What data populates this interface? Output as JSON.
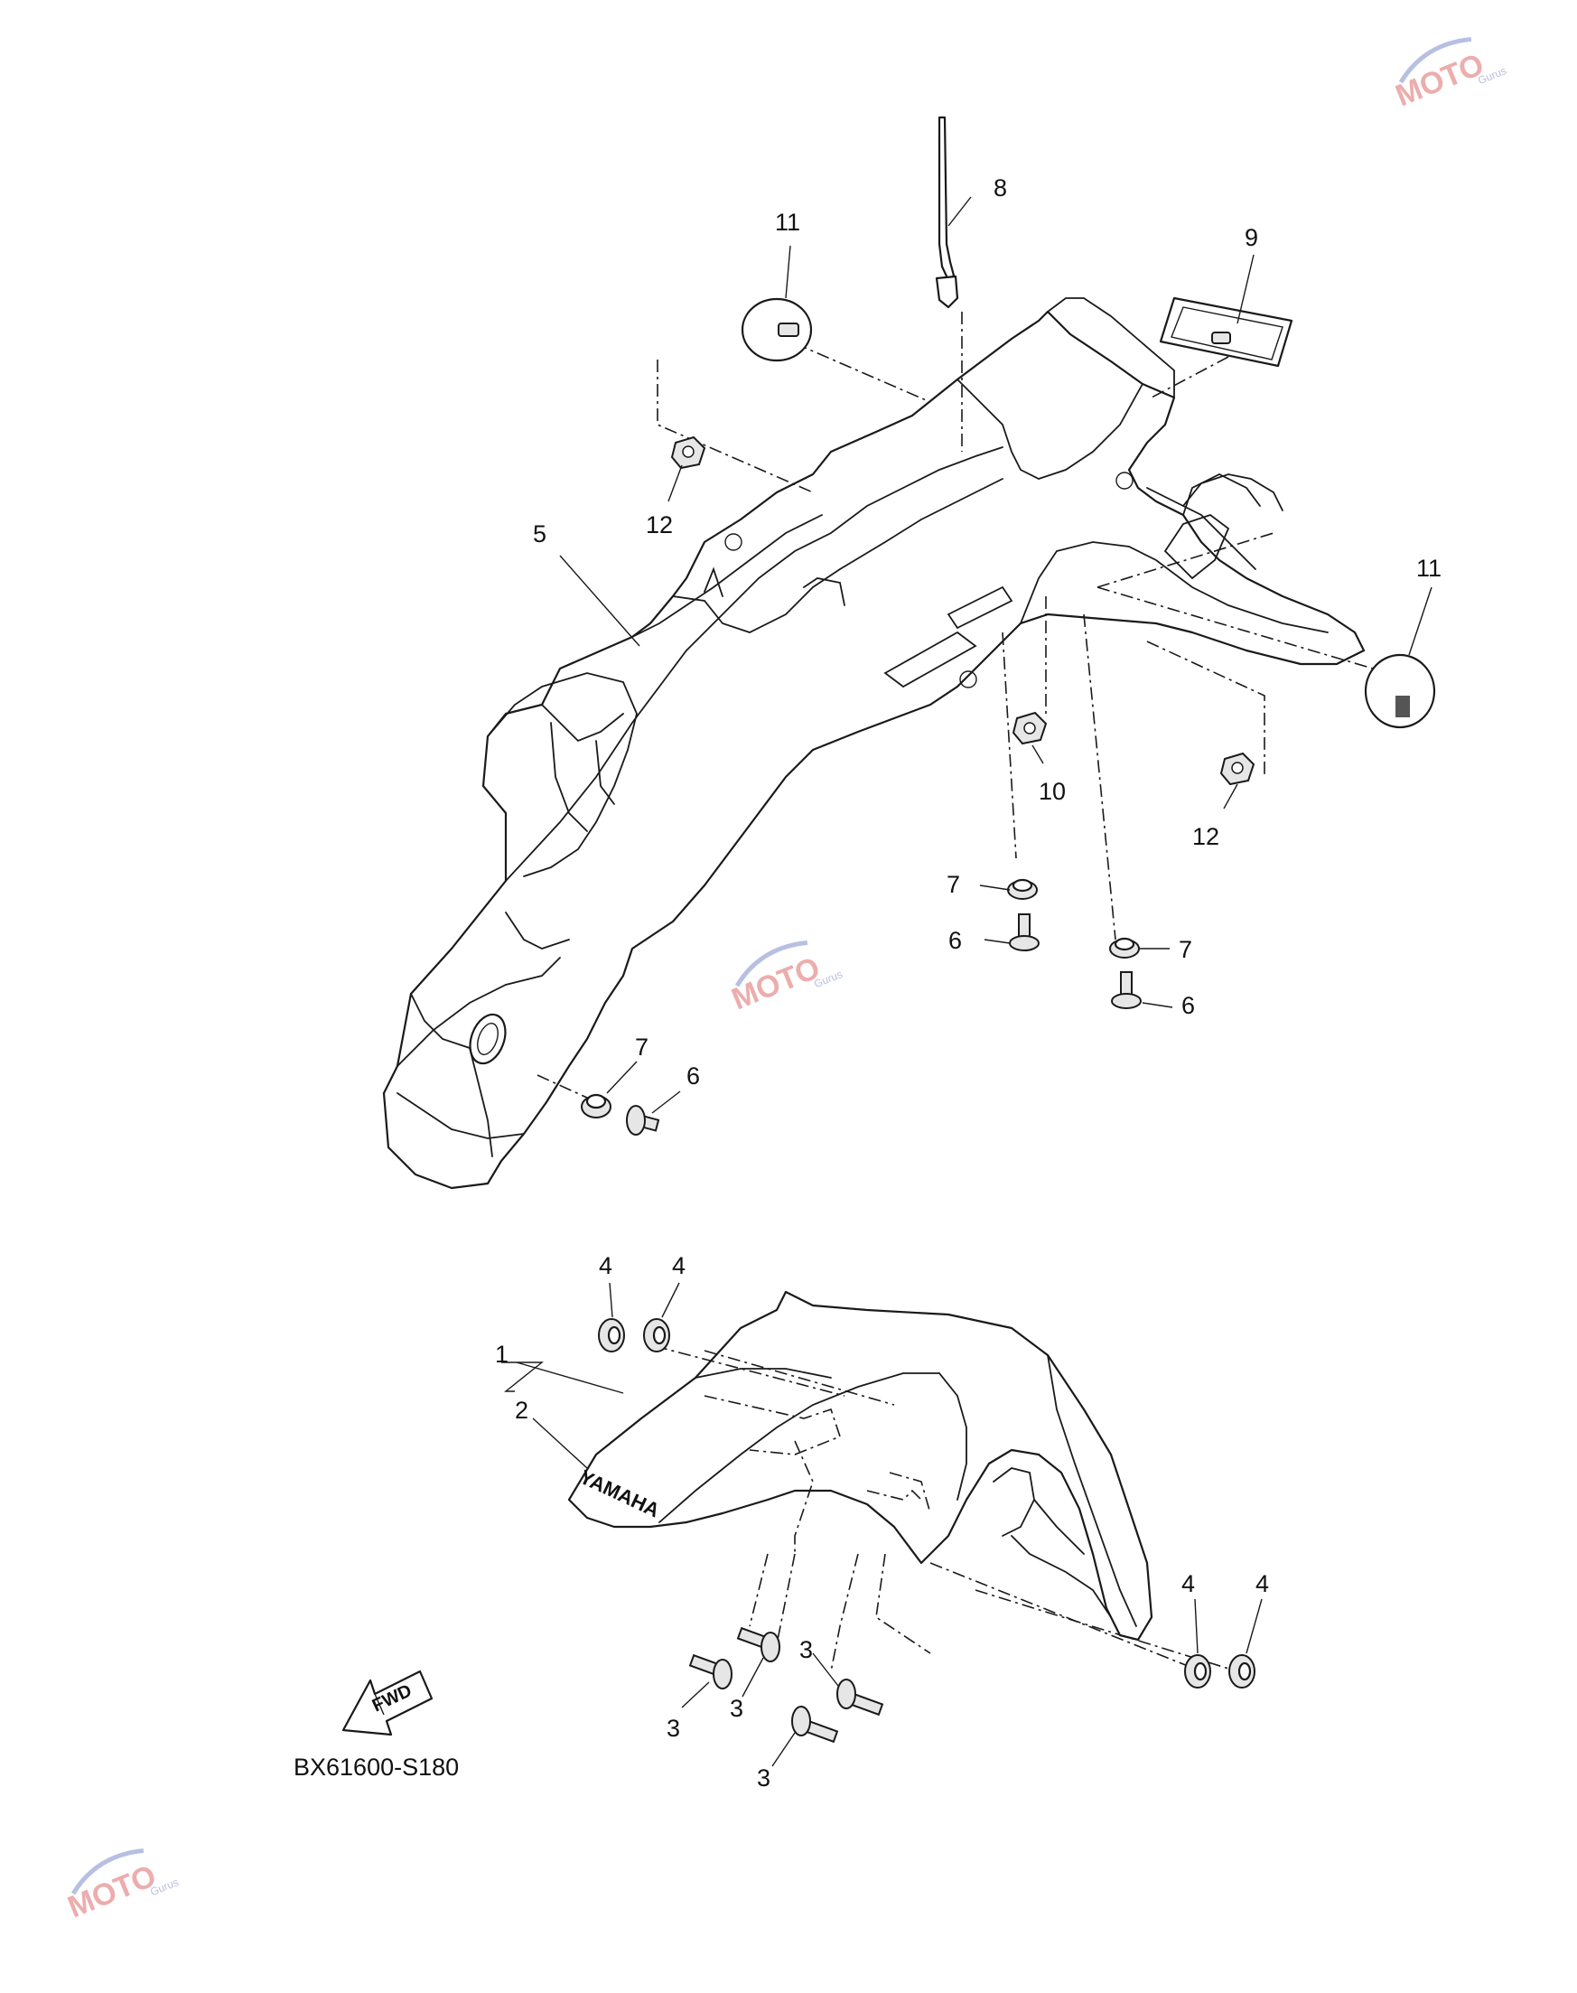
{
  "diagram": {
    "code": "BX61600-S180",
    "fwd_label": "FWD",
    "fender_brand": "YAMAHA",
    "callouts": [
      "1",
      "2",
      "3",
      "3",
      "3",
      "3",
      "4",
      "4",
      "4",
      "4",
      "5",
      "6",
      "6",
      "6",
      "7",
      "7",
      "7",
      "8",
      "9",
      "10",
      "11",
      "11",
      "12",
      "12"
    ]
  },
  "watermark": {
    "text": "MOTO",
    "subtext": "Gurus",
    "colors": {
      "swoosh": "#9aa4d6",
      "letters": "#e58b8b"
    }
  }
}
